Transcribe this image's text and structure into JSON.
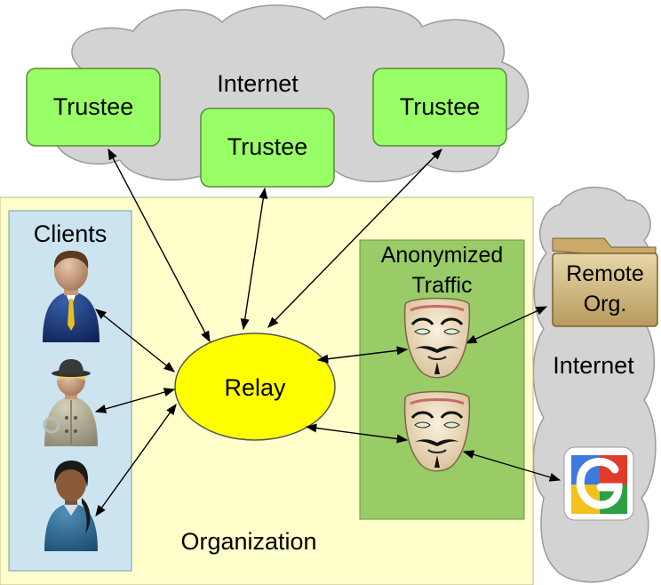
{
  "internet_top": {
    "label": "Internet"
  },
  "internet_right": {
    "label": "Internet"
  },
  "trustees": [
    {
      "label": "Trustee"
    },
    {
      "label": "Trustee"
    },
    {
      "label": "Trustee"
    }
  ],
  "organization": {
    "label": "Organization"
  },
  "clients": {
    "title": "Clients"
  },
  "relay": {
    "label": "Relay"
  },
  "anonymized": {
    "title_line1": "Anonymized",
    "title_line2": "Traffic"
  },
  "remote_org": {
    "line1": "Remote",
    "line2": "Org."
  },
  "colors": {
    "cloud": "#d3d3d3",
    "trustee": "#99ff66",
    "organization": "#ffffcc",
    "clients_panel": "#cce4f0",
    "anonymized_panel": "#99cc66",
    "relay": "#ffff00"
  },
  "icons": [
    "person-suit-icon",
    "person-detective-icon",
    "person-woman-icon",
    "guy-fawkes-mask-icon",
    "folder-icon",
    "google-logo-icon"
  ]
}
